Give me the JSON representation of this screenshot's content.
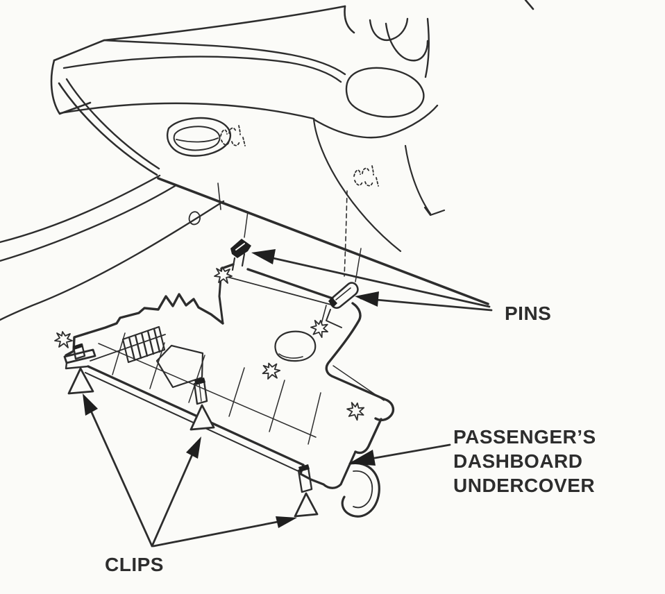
{
  "figure": {
    "type": "service-manual line illustration",
    "subject": "Removing the passenger's dashboard undercover",
    "labels": {
      "pins": "PINS",
      "clips": "CLIPS",
      "undercover_line1": "PASSENGER’S",
      "undercover_line2": "DASHBOARD",
      "undercover_line3": "UNDERCOVER"
    },
    "callouts": {
      "pin_arrow_count": 2,
      "clip_arrow_count": 3,
      "undercover_arrow_count": 1
    },
    "colors": {
      "ink": "#2d2d2d",
      "paper": "#fbfbf8"
    }
  }
}
